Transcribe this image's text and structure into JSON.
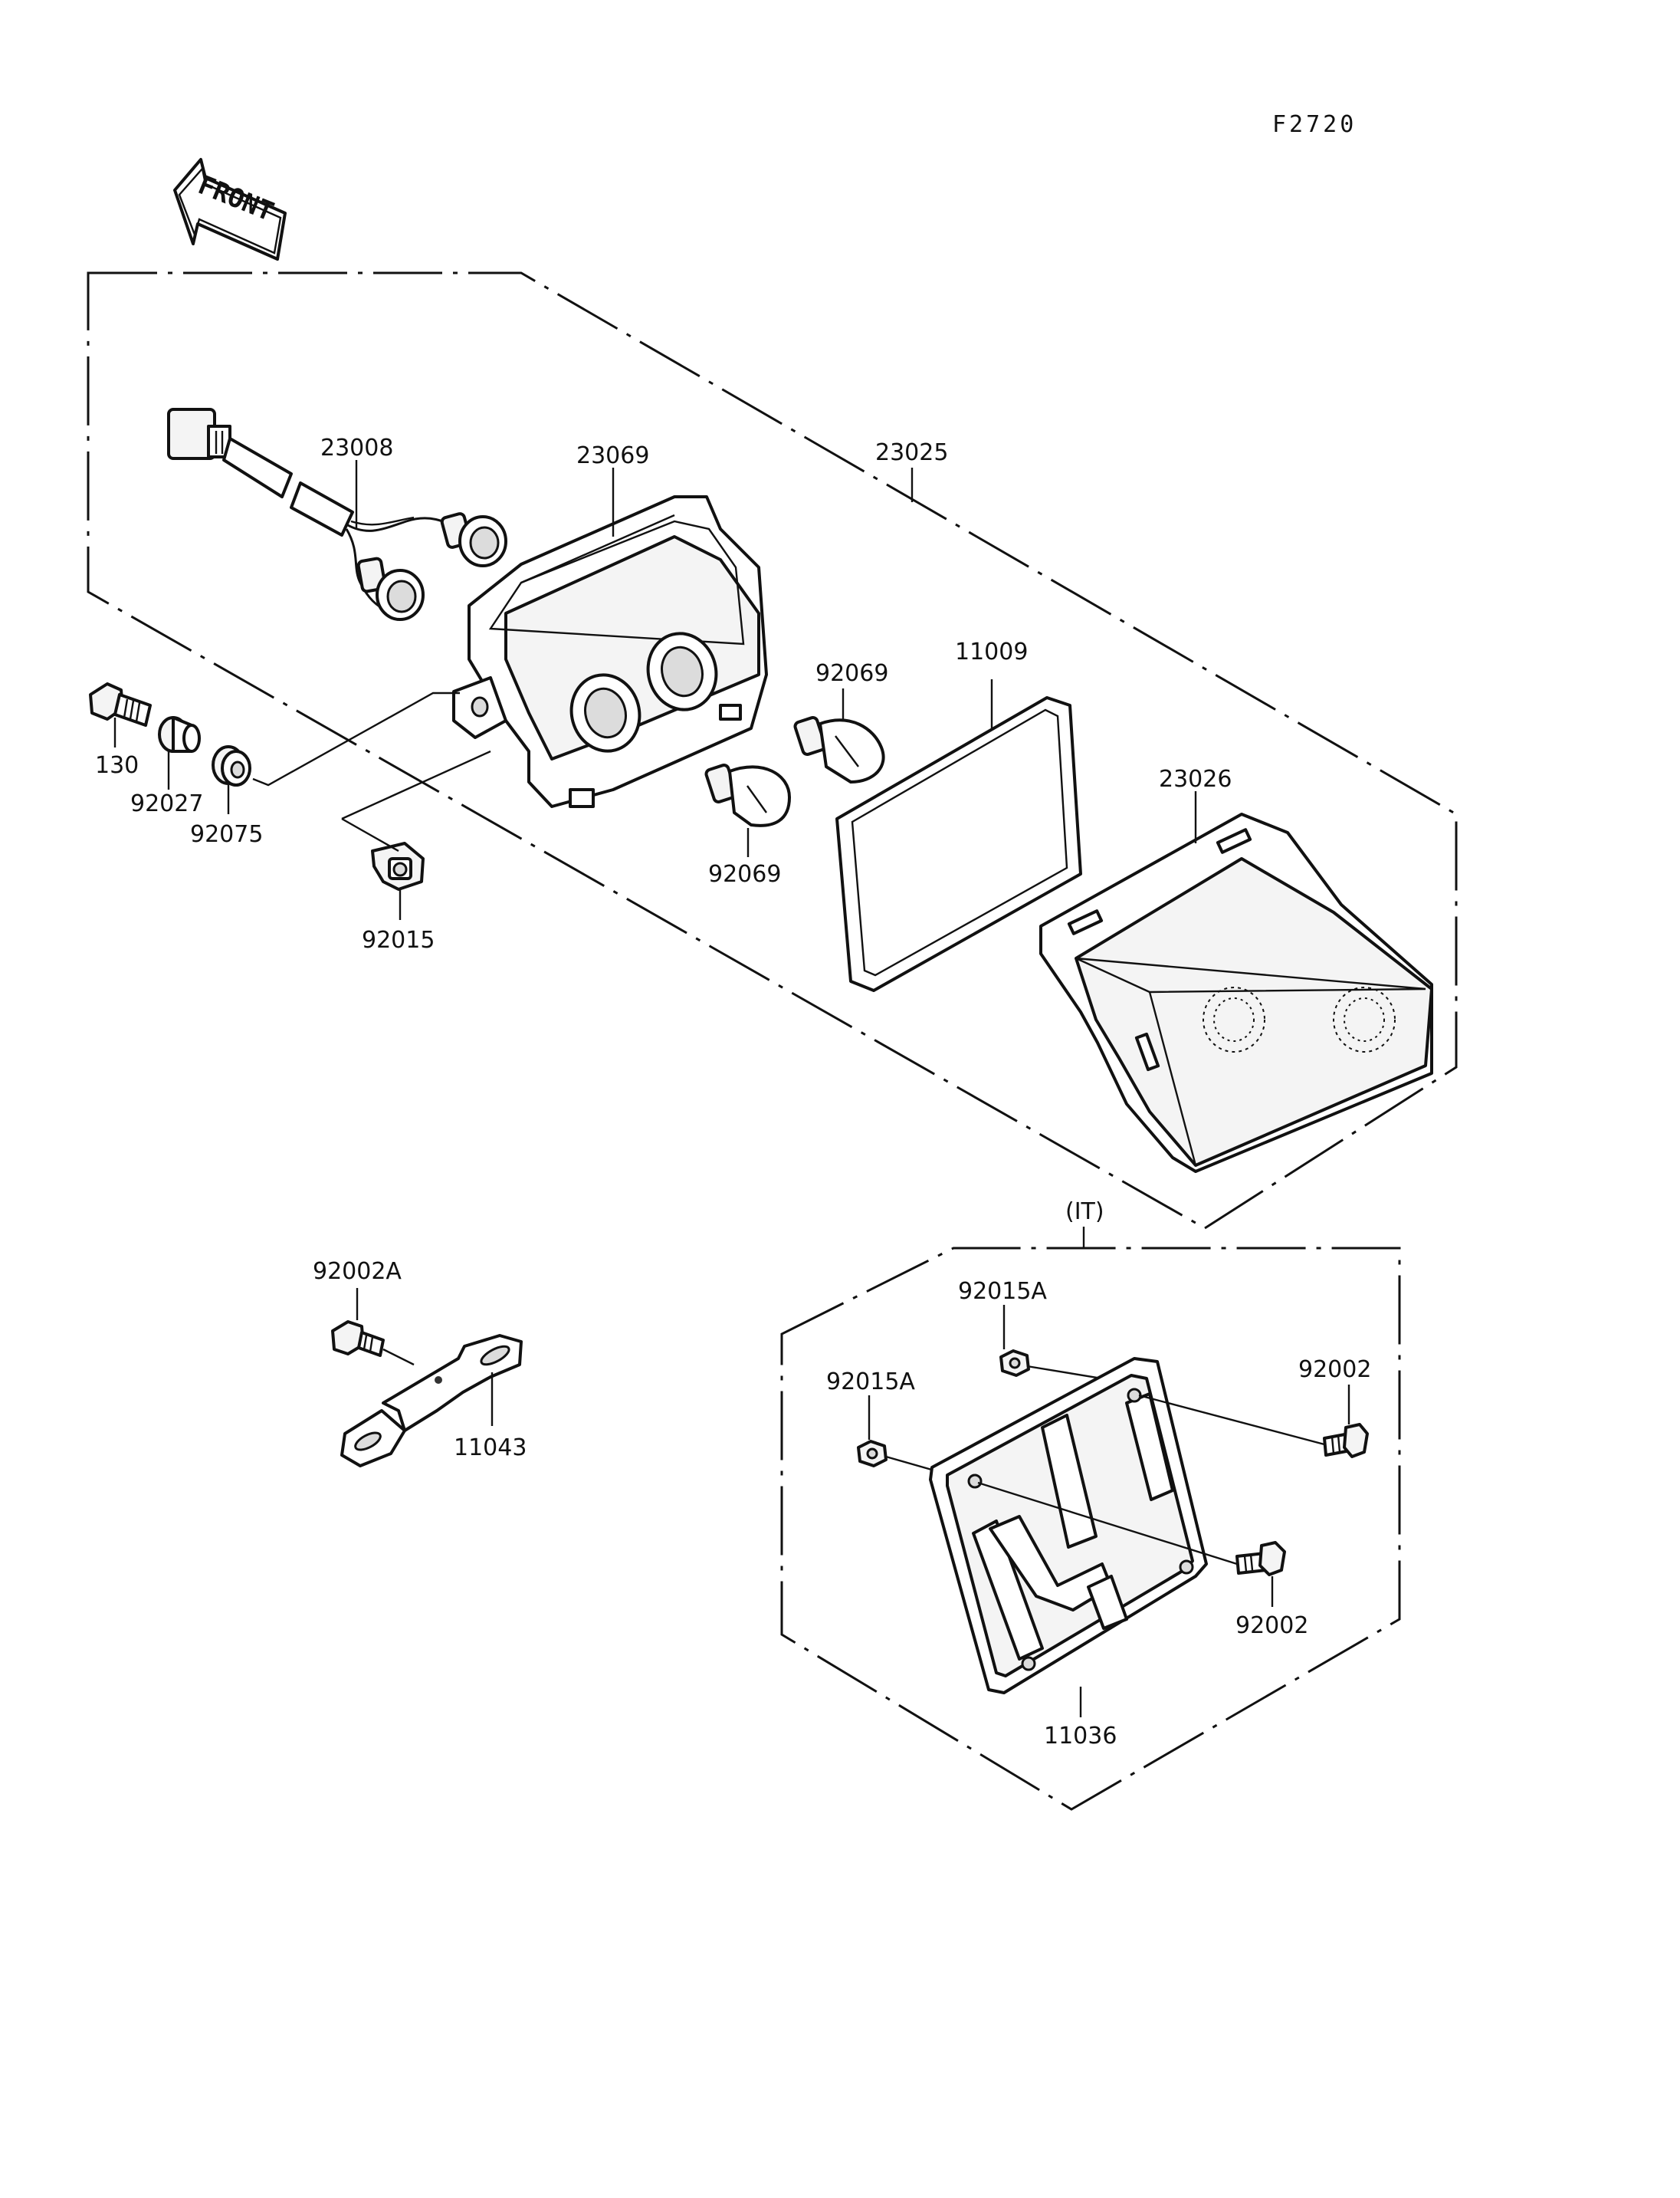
{
  "figure_code": "F2720",
  "front_arrow_text": "FRONT",
  "variant_label": "(IT)",
  "parts": {
    "p23008": "23008",
    "p23069": "23069",
    "p23025": "23025",
    "p130": "130",
    "p92027": "92027",
    "p92075": "92075",
    "p92015": "92015",
    "p92069a": "92069",
    "p92069b": "92069",
    "p11009": "11009",
    "p23026": "23026",
    "p92002A": "92002A",
    "p11043": "11043",
    "p92015Aa": "92015A",
    "p92015Ab": "92015A",
    "p92002a": "92002",
    "p92002b": "92002",
    "p11036": "11036"
  }
}
